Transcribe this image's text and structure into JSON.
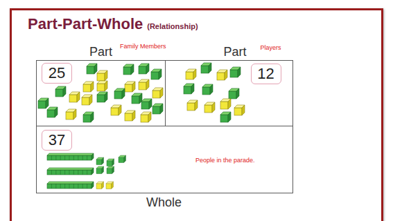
{
  "diagram": {
    "title": "Part-Part-Whole",
    "nodes": [
      {
        "text": [
          "Part",
          "Family Members"
        ]
      },
      {
        "text": [
          "25"
        ],
        "in": 0
      },
      {
        "text": [
          "Part",
          "Players"
        ]
      },
      {
        "text": [
          "12"
        ],
        "in": 2
      },
      {
        "text": [
          "People in the parade.",
          "Whole"
        ]
      },
      {
        "text": [
          "37"
        ],
        "in": 4
      }
    ],
    "labels": [
      "(Relationship)"
    ]
  }
}
